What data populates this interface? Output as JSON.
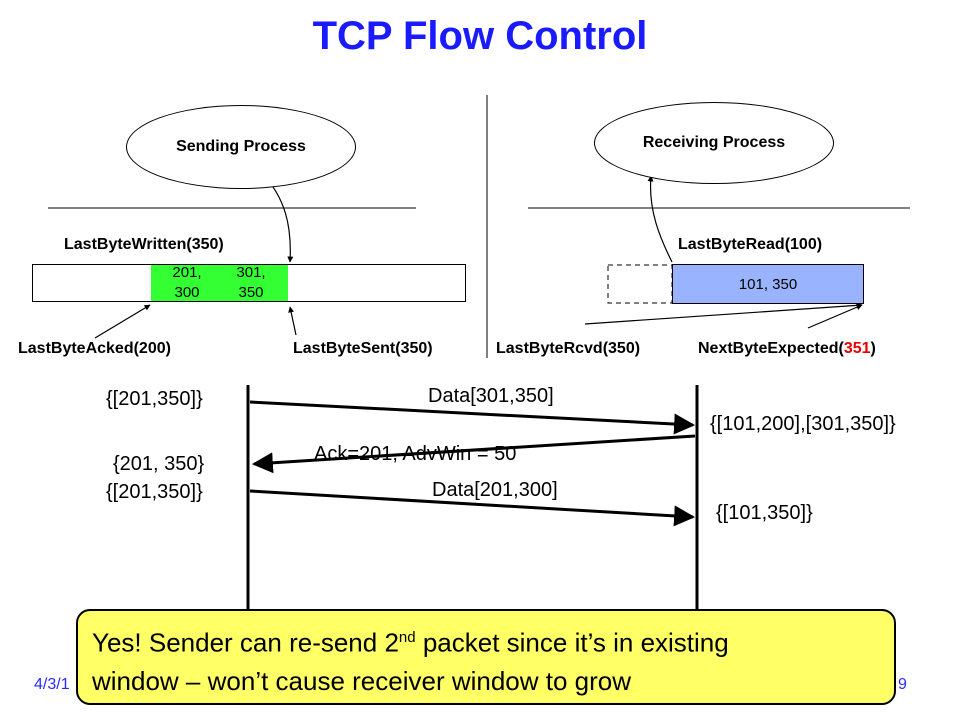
{
  "title": "TCP Flow Control",
  "sender": {
    "process": "Sending Process",
    "last_byte_written": "LastByteWritten(350)",
    "segment_a": [
      "201,",
      "300"
    ],
    "segment_b": [
      "301,",
      "350"
    ],
    "last_byte_acked": "LastByteAcked(200)",
    "last_byte_sent": "LastByteSent(350)"
  },
  "receiver": {
    "process": "Receiving Process",
    "last_byte_read": "LastByteRead(100)",
    "buffer_range": "101, 350",
    "last_byte_rcvd": "LastByteRcvd(350)",
    "next_byte_expected_prefix": "NextByteExpected(",
    "next_byte_expected_value": "351",
    "next_byte_expected_suffix": ")"
  },
  "timeline": {
    "sender_state_1": "{[201,350]}",
    "msg_1": "Data[301,350]",
    "receiver_state_1": "{[101,200],[301,350]}",
    "msg_ack": "Ack=201, AdvWin = 50",
    "sender_state_2": "{201, 350}",
    "sender_state_3": "{[201,350]}",
    "msg_2": "Data[201,300]",
    "receiver_state_2": "{[101,350]}"
  },
  "callout": {
    "line1_before": "Yes! Sender can re-send 2",
    "line1_sup": "nd",
    "line1_after": " packet since it’s in existing",
    "line2": "window – won’t cause receiver window to grow"
  },
  "footer": {
    "date": "4/3/1",
    "page": "9"
  },
  "colors": {
    "title": "#1a1aff",
    "sender_segment": "#33ff33",
    "receiver_buffer": "#99b3ff",
    "callout_bg": "#ffff66",
    "highlight": "#e60000"
  }
}
